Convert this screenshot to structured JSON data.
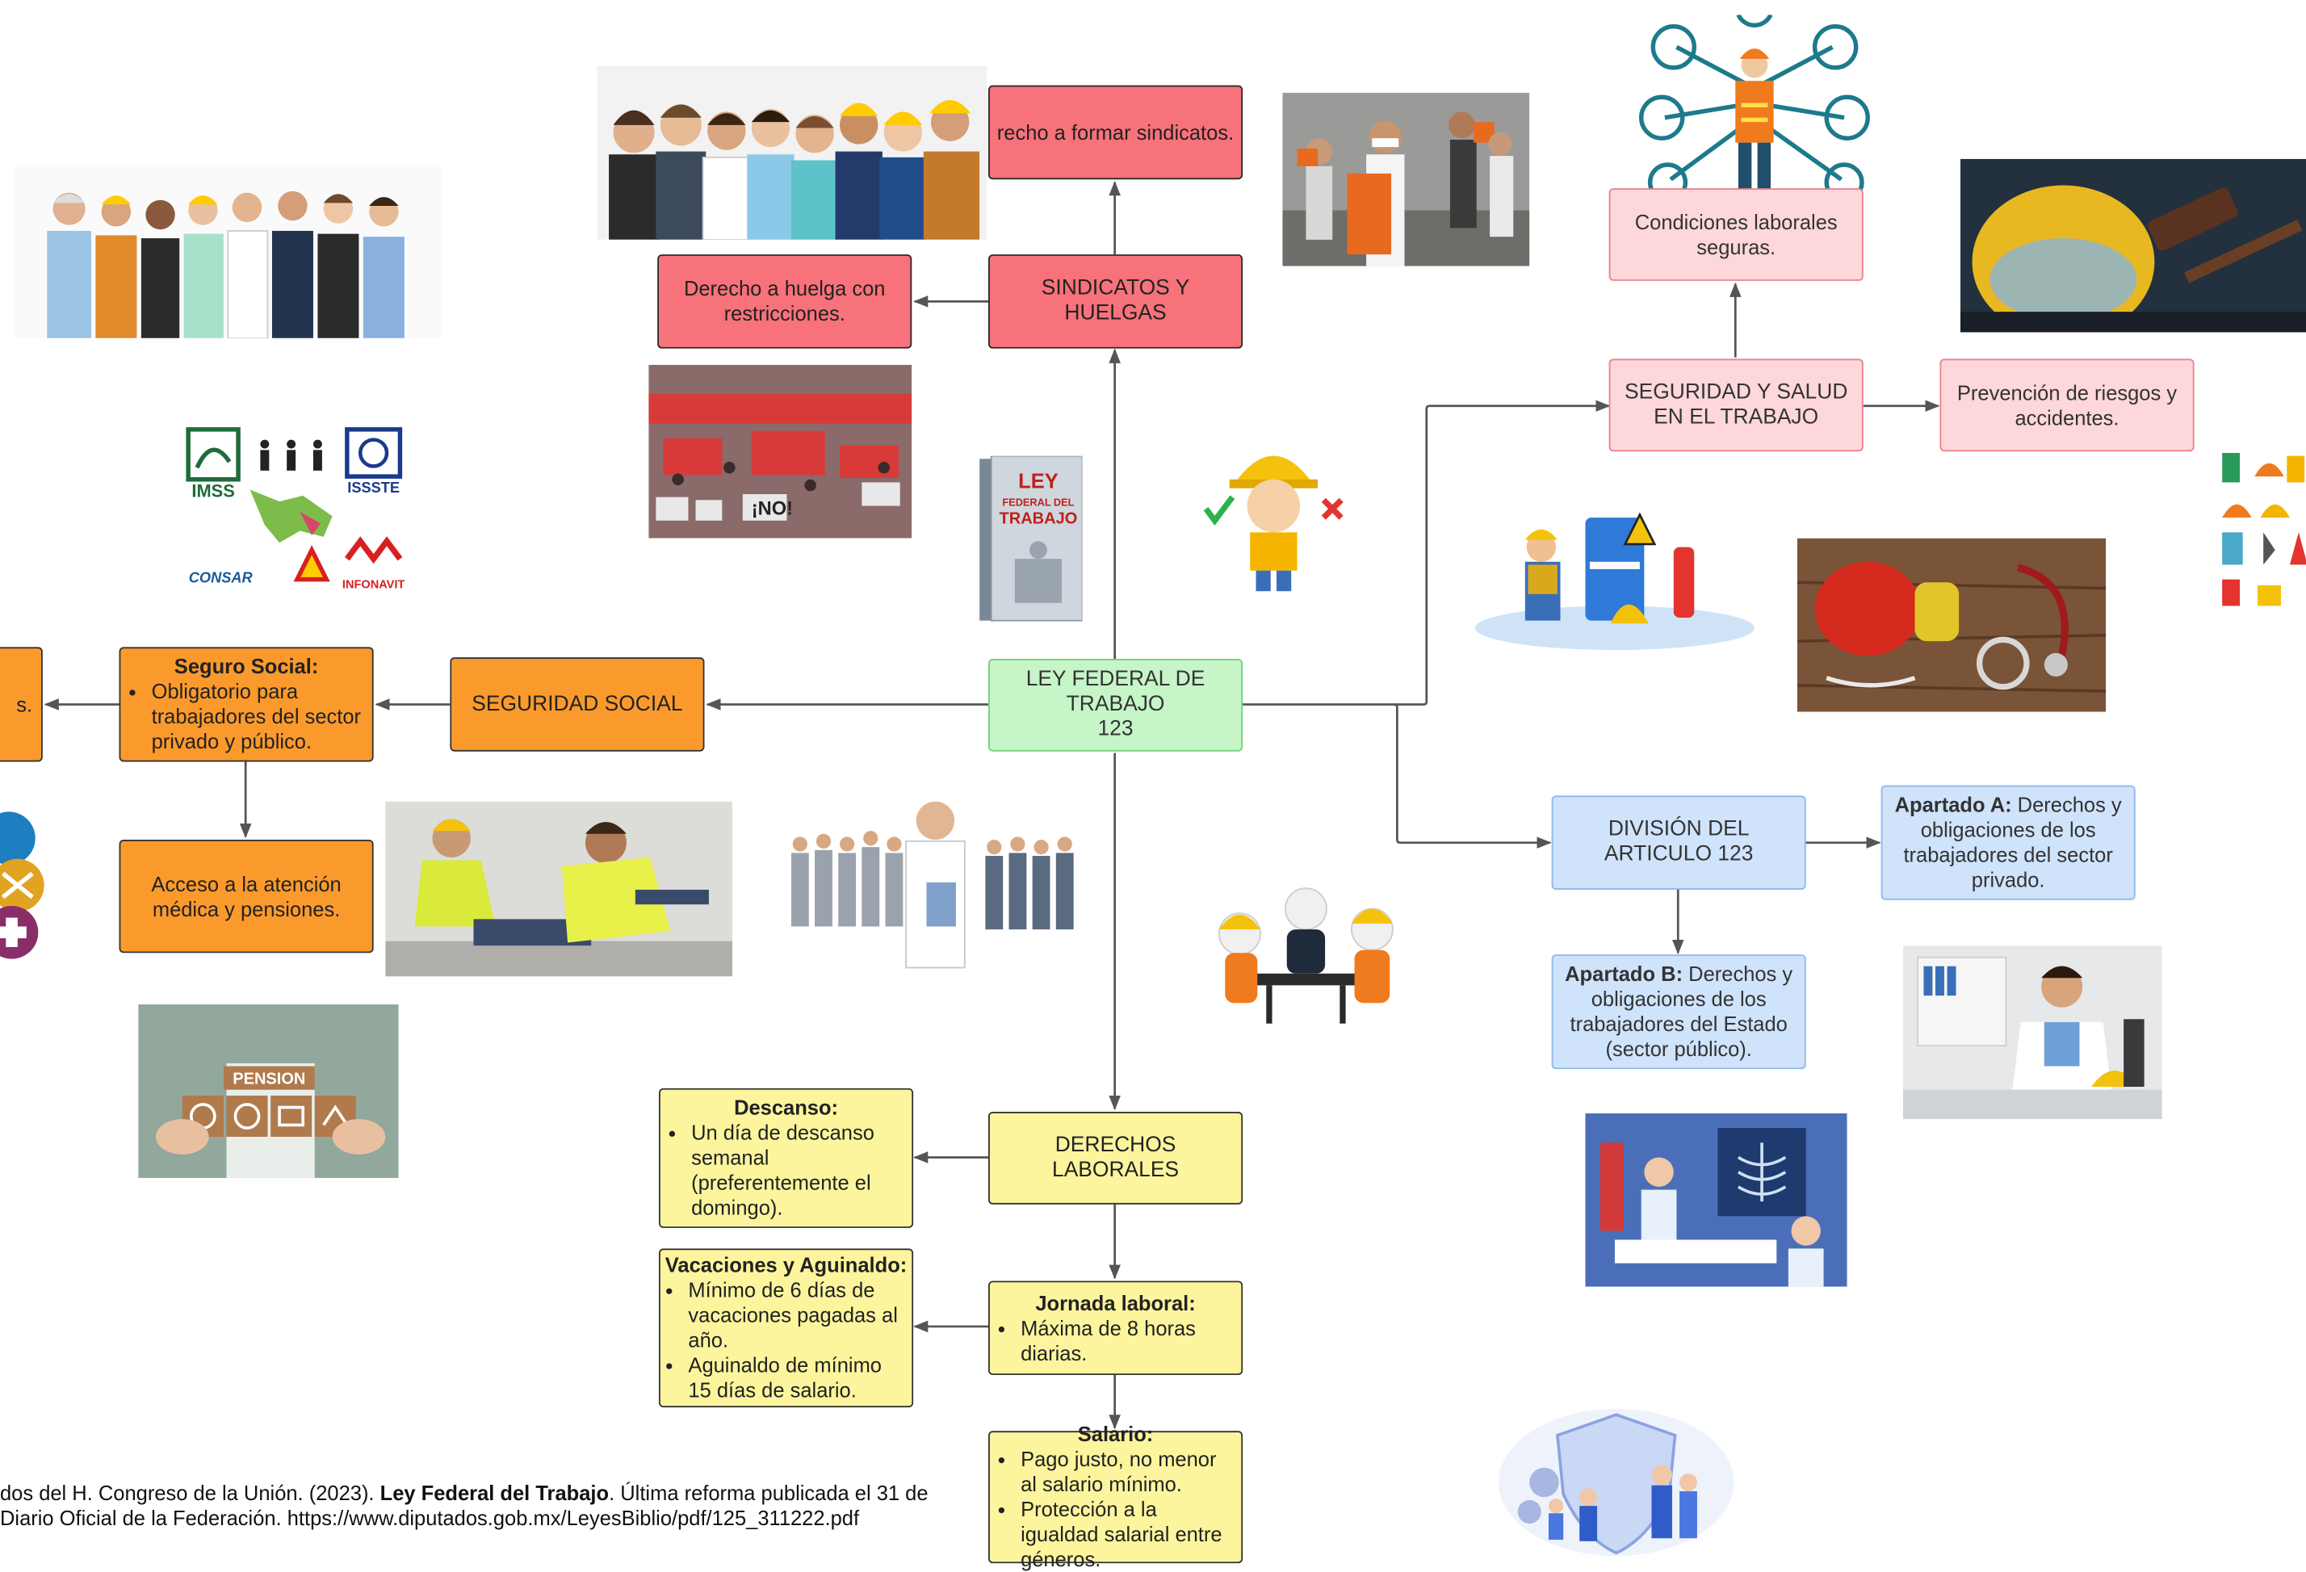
{
  "nodes": {
    "center": {
      "line1": "LEY FEDERAL DE TRABAJO",
      "line2": "123"
    },
    "sindicatos": "SINDICATOS Y HUELGAS",
    "sindicatos_formar": "recho a formar sindicatos.",
    "sindicatos_huelga": "Derecho a huelga con restricciones.",
    "seguridad_salud": "SEGURIDAD Y SALUD EN EL TRABAJO",
    "condiciones": "Condiciones laborales seguras.",
    "prevencion": "Prevención de riesgos y accidentes.",
    "division": "DIVISIÓN DEL ARTICULO 123",
    "apartado_a": {
      "bold": "Apartado A:",
      "text": " Derechos y obligaciones de los trabajadores del sector privado."
    },
    "apartado_b": {
      "bold": "Apartado B:",
      "text": " Derechos y obligaciones de los trabajadores del Estado (sector público)."
    },
    "seguridad_social": "SEGURIDAD SOCIAL",
    "seguro_social": {
      "title": "Seguro Social:",
      "items": [
        "Obligatorio para trabajadores del sector privado y público."
      ]
    },
    "acceso": "Acceso a la atención médica y pensiones.",
    "cut_left": "s.",
    "derechos": "DERECHOS LABORALES",
    "descanso": {
      "title": "Descanso:",
      "items": [
        "Un día de descanso semanal (preferentemente el domingo)."
      ]
    },
    "vacaciones": {
      "title": "Vacaciones y Aguinaldo:",
      "items": [
        "Mínimo de 6 días de vacaciones pagadas al año.",
        "Aguinaldo de mínimo 15 días de salario."
      ]
    },
    "jornada": {
      "title": "Jornada laboral:",
      "items": [
        "Máxima de 8 horas diarias."
      ]
    },
    "salario": {
      "title": "Salario:",
      "items": [
        "Pago justo, no menor al salario mínimo.",
        "Protección a la igualdad salarial entre géneros."
      ]
    }
  },
  "reference": {
    "line1_pre": "dos del H. Congreso de la Unión. (2023). ",
    "line1_bold": "Ley Federal del Trabajo",
    "line1_post": ". Última reforma publicada el 31 de",
    "line2": " Diario Oficial de la Federación. https://www.diputados.gob.mx/LeyesBiblio/pdf/125_311222.pdf"
  },
  "images": {
    "book_ley": "LEY",
    "book_federal": "FEDERAL DEL",
    "book_trabajo": "TRABAJO",
    "logo_imss": "IMSS",
    "logo_issste": "ISSSTE",
    "logo_consar": "CONSAR",
    "logo_infonavit": "INFONAVIT",
    "pension_label": "PENSION",
    "protest_sign": "¡NO!"
  },
  "colors": {
    "red": "#f7727a",
    "pink": "#fdd7da",
    "orange": "#fb9a2c",
    "green": "#c6f5c8",
    "blue": "#cfe3fb",
    "yellow": "#fdf59d",
    "connector": "#555555"
  }
}
